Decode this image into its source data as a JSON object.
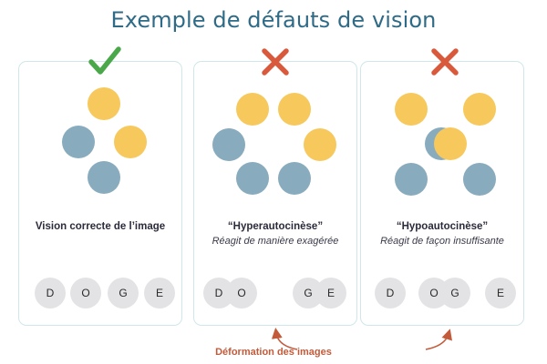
{
  "title": "Exemple de défauts de vision",
  "colors": {
    "title": "#2f6b87",
    "card_border": "#cfe7ea",
    "check": "#4aa84a",
    "cross": "#d9593d",
    "yellow_circle": "#f7c85c",
    "blue_circle": "#89abbe",
    "letter_bg": "#e3e3e5",
    "arrow": "#c35b3b"
  },
  "panels": [
    {
      "status_icon": "check-icon",
      "heading": "Vision correcte de l’image",
      "subheading": "",
      "letters": [
        "D",
        "O",
        "G",
        "E"
      ]
    },
    {
      "status_icon": "cross-icon",
      "heading": "“Hyperautocinèse”",
      "subheading": "Réagit de manière exagérée",
      "letters": [
        "D",
        "O",
        "G",
        "E"
      ]
    },
    {
      "status_icon": "cross-icon",
      "heading": "“Hypoautocinèse”",
      "subheading": "Réagit de façon insuffisante",
      "letters": [
        "D",
        "O",
        "G",
        "E"
      ]
    }
  ],
  "footer_label": "Déformation des images"
}
